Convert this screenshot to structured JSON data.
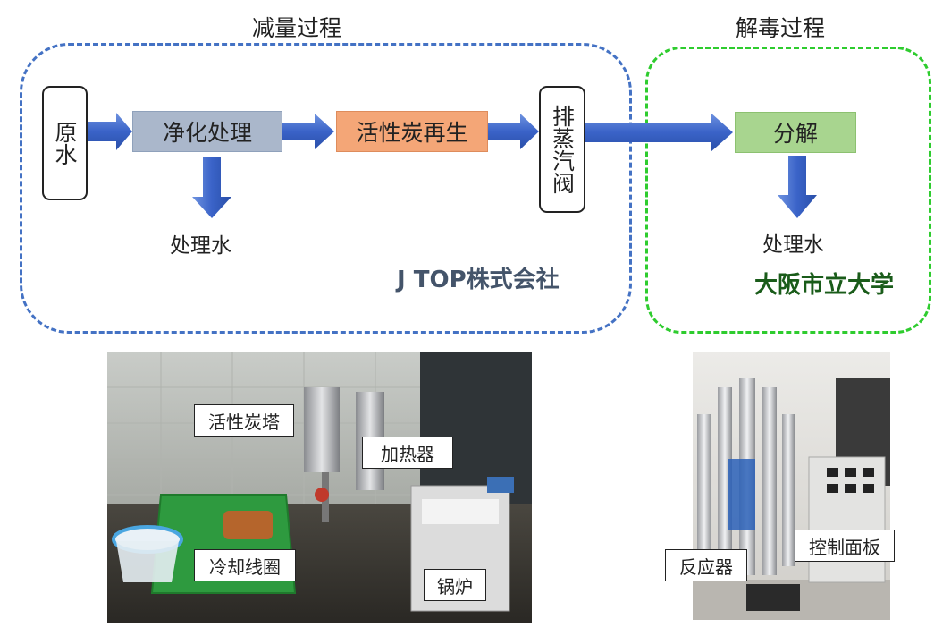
{
  "sections": {
    "reduction_title": "减量过程",
    "detox_title": "解毒过程"
  },
  "flow": {
    "raw_water": "原水",
    "purify": "净化处理",
    "carbon_regen": "活性炭再生",
    "steam_valve": "排蒸汽阀",
    "decompose": "分解",
    "treated_water_1": "处理水",
    "treated_water_2": "处理水"
  },
  "orgs": {
    "jtop": "J TOP株式会社",
    "osaka": "大阪市立大学"
  },
  "photo_left": {
    "labels": {
      "carbon_tower": "活性炭塔",
      "heater": "加热器",
      "cooling_coil": "冷却线圈",
      "boiler": "锅炉"
    }
  },
  "photo_right": {
    "labels": {
      "control_panel": "控制面板",
      "reactor": "反应器"
    }
  },
  "colors": {
    "blue_dash": "#4472c4",
    "green_dash": "#2ecc2e",
    "arrow": "#3a63c8",
    "purify_fill": "#aab7cb",
    "regen_fill": "#f4a677",
    "decomp_fill": "#a8d58f"
  }
}
